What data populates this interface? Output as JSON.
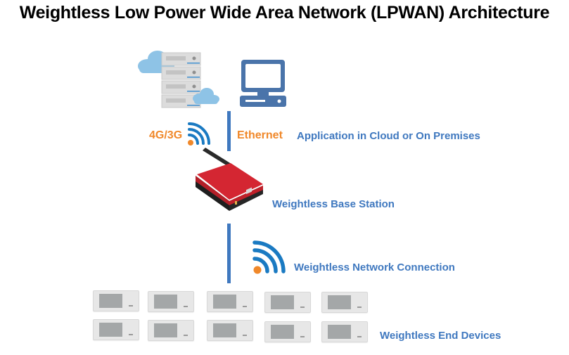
{
  "title": "Weightless Low Power Wide Area Network (LPWAN) Architecture",
  "labels": {
    "cellular": "4G/3G",
    "ethernet": "Ethernet",
    "application": "Application in Cloud or On Premises",
    "base_station": "Weightless Base Station",
    "network_connection": "Weightless Network Connection",
    "end_devices": "Weightless End Devices"
  },
  "icons": {
    "server": "server-stack-icon",
    "cloud": "cloud-icon",
    "computer": "desktop-computer-icon",
    "wifi": "wireless-signal-icon",
    "router": "base-station-router-icon",
    "end_device": "end-device-icon"
  },
  "colors": {
    "blue": "#3f78bf",
    "signal_blue": "#1a7ac2",
    "orange": "#f0882a",
    "router_red": "#c8202c",
    "cloud_blue": "#8ec3e6"
  },
  "end_devices": {
    "rows": 2,
    "columns": 5
  }
}
